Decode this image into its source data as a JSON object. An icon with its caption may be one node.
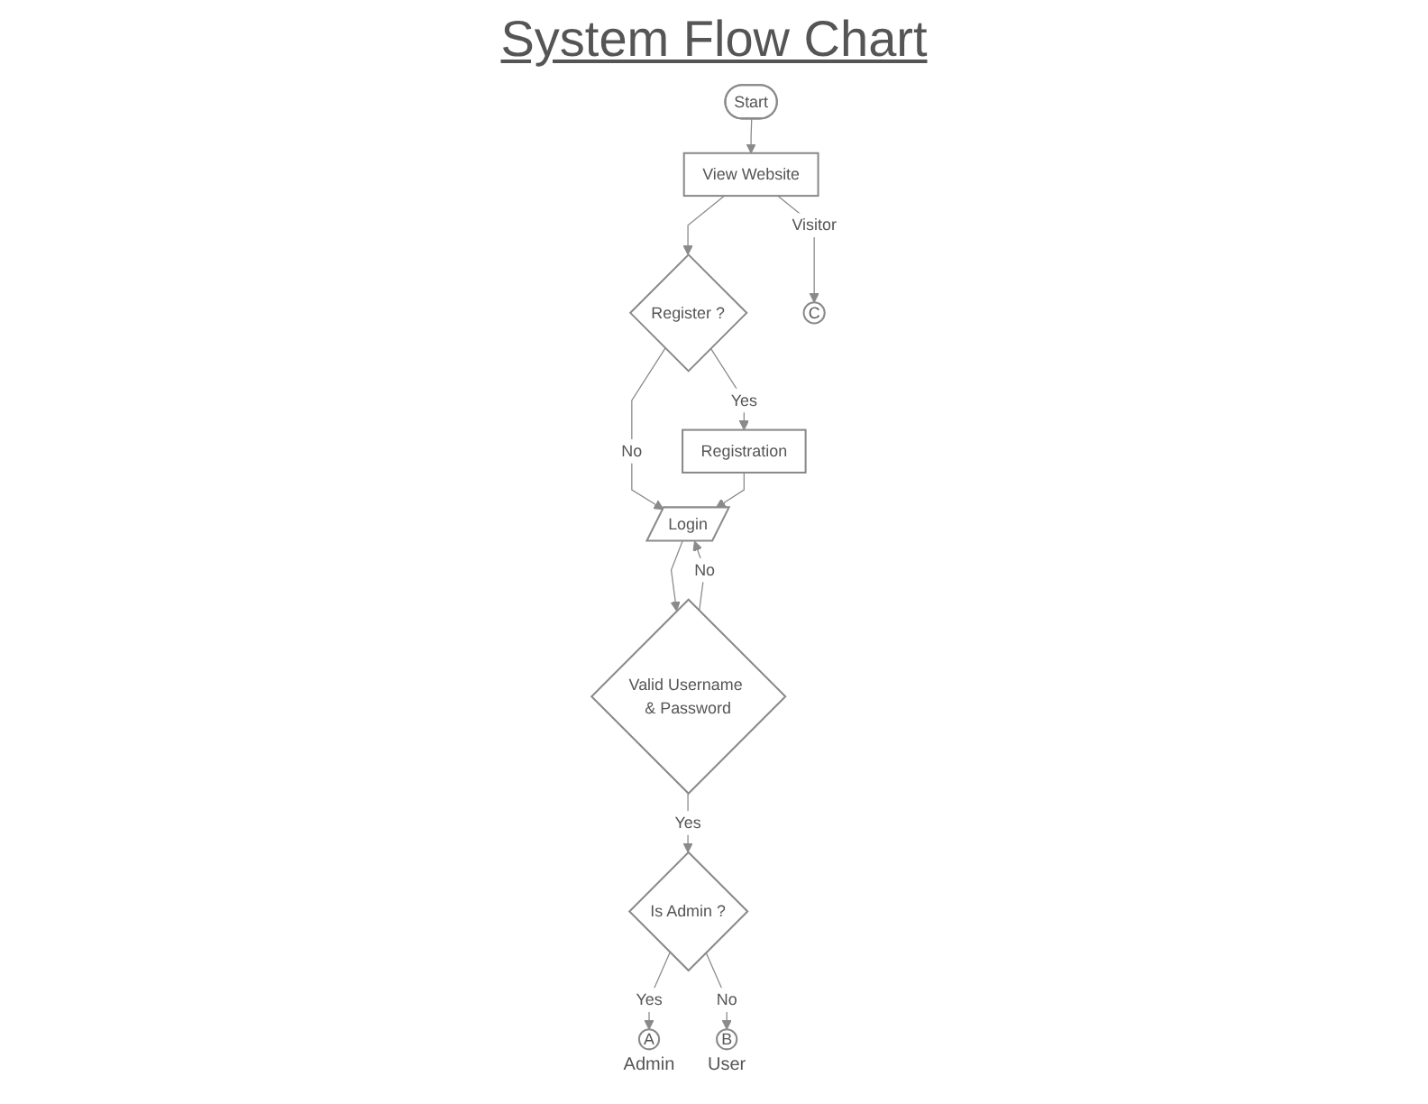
{
  "diagram": {
    "title": "System Flow Chart",
    "nodes": [
      {
        "text": [
          "Start"
        ]
      },
      {
        "text": [
          "View Website"
        ]
      },
      {
        "text": [
          "Register ?"
        ]
      },
      {
        "text": [
          "Registration"
        ]
      },
      {
        "text": [
          "Login"
        ]
      },
      {
        "text": [
          "Valid Username & Password"
        ]
      },
      {
        "text": [
          "Is Admin ?"
        ]
      },
      {
        "text": [
          "A"
        ],
        "beside": [
          "Admin"
        ]
      },
      {
        "text": [
          "B"
        ],
        "beside": [
          "User"
        ]
      },
      {
        "text": [
          "C"
        ]
      }
    ],
    "edges": [
      {
        "from": 0,
        "to": 1,
        "arrow": "to"
      },
      {
        "from": 1,
        "to": 2,
        "arrow": "to"
      },
      {
        "from": 1,
        "to": 9,
        "arrow": "to",
        "label": "Visitor"
      },
      {
        "from": 2,
        "to": 3,
        "arrow": "to",
        "label": "Yes"
      },
      {
        "from": 2,
        "to": 4,
        "arrow": "to",
        "label": "No"
      },
      {
        "from": 3,
        "to": 4,
        "arrow": "to"
      },
      {
        "from": 5,
        "to": 4,
        "arrow": "to",
        "label": "No"
      },
      {
        "from": 4,
        "to": 5,
        "arrow": "to"
      },
      {
        "from": 5,
        "to": 6,
        "arrow": "to",
        "label": "Yes"
      },
      {
        "from": 6,
        "to": 7,
        "arrow": "to",
        "label": "Yes"
      },
      {
        "from": 6,
        "to": 8,
        "arrow": "to",
        "label": "No"
      }
    ]
  }
}
